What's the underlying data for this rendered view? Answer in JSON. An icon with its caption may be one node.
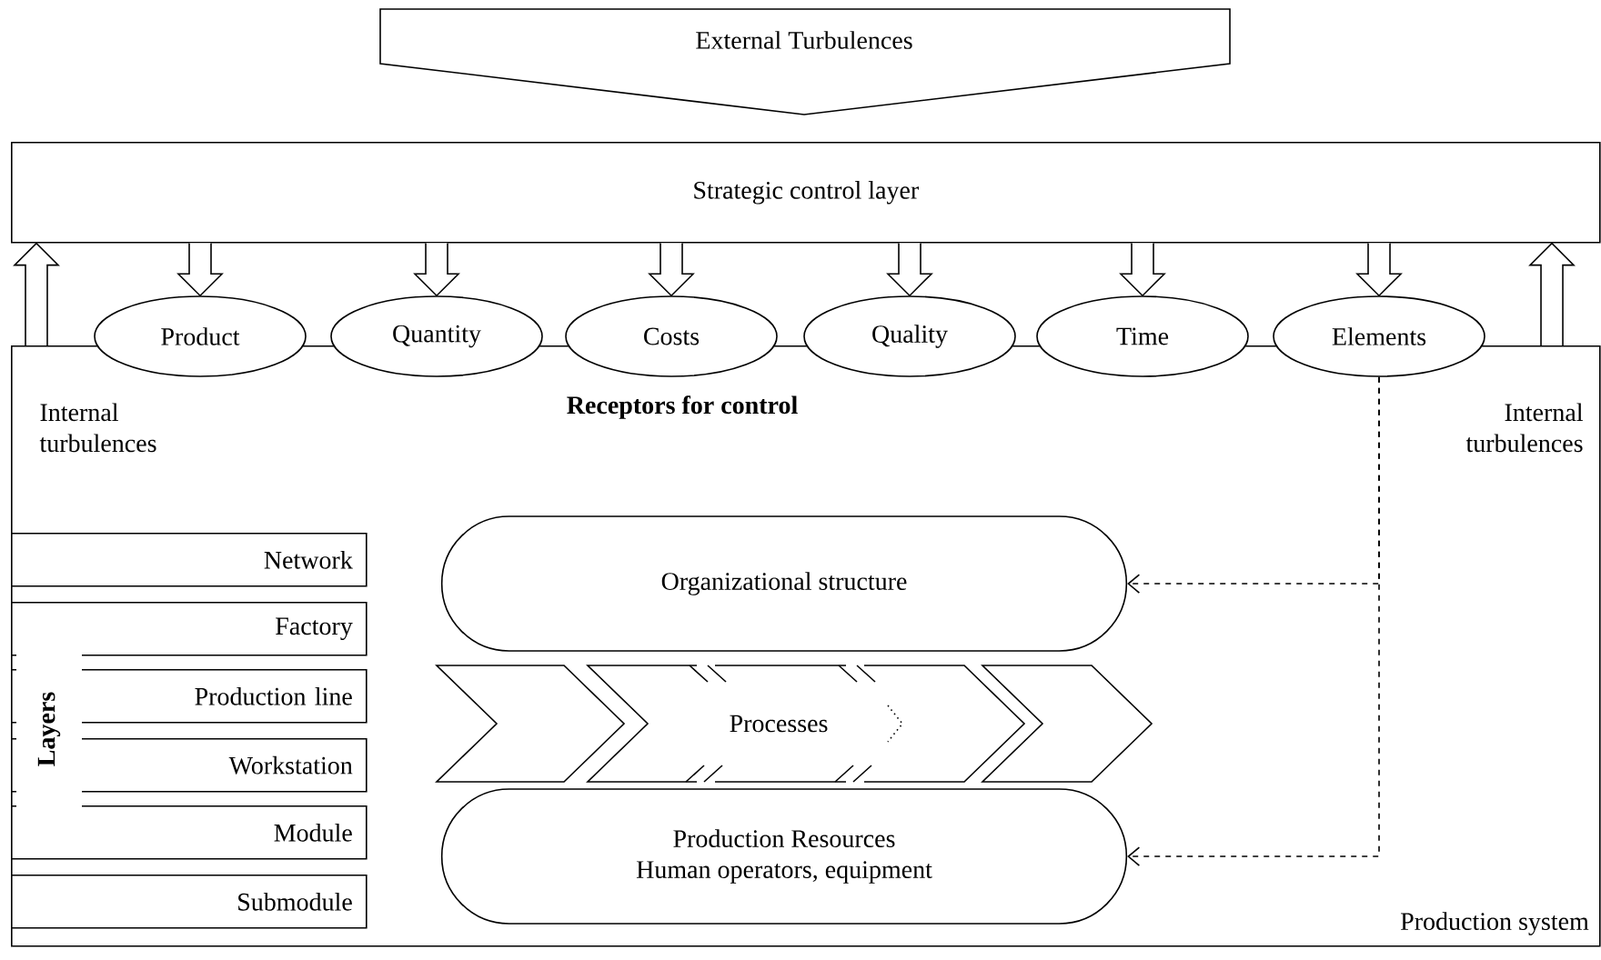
{
  "diagram": {
    "nodes": [
      {
        "text": [
          "External Turbulences"
        ]
      },
      {
        "text": [
          "Strategic control layer"
        ]
      },
      {
        "text": [
          "Production system"
        ]
      },
      {
        "text": [
          "Product"
        ]
      },
      {
        "text": [
          "Quantity"
        ]
      },
      {
        "text": [
          "Costs"
        ]
      },
      {
        "text": [
          "Quality"
        ]
      },
      {
        "text": [
          "Time"
        ]
      },
      {
        "text": [
          "Elements"
        ]
      },
      {
        "text": [
          "Network"
        ],
        "in": 2
      },
      {
        "text": [
          "Factory"
        ],
        "in": 2
      },
      {
        "text": [
          "Production line"
        ],
        "in": 2
      },
      {
        "text": [
          "Workstation"
        ],
        "in": 2
      },
      {
        "text": [
          "Module"
        ],
        "in": 2
      },
      {
        "text": [
          "Submodule"
        ],
        "in": 2
      },
      {
        "text": [
          "Organizational structure"
        ],
        "in": 2
      },
      {
        "text": [
          "Processes"
        ],
        "in": 2
      },
      {
        "text": [
          "Production Resources",
          "Human operators, equipment"
        ],
        "in": 2
      }
    ],
    "edges": [
      {
        "from": 1,
        "to": 3,
        "arrow": "to"
      },
      {
        "from": 1,
        "to": 4,
        "arrow": "to"
      },
      {
        "from": 1,
        "to": 5,
        "arrow": "to"
      },
      {
        "from": 1,
        "to": 6,
        "arrow": "to"
      },
      {
        "from": 1,
        "to": 7,
        "arrow": "to"
      },
      {
        "from": 1,
        "to": 8,
        "arrow": "to"
      },
      {
        "from": 2,
        "to": 1,
        "arrow": "to"
      },
      {
        "from": 2,
        "to": 1,
        "arrow": "to"
      },
      {
        "from": 8,
        "to": 15,
        "arrow": "to",
        "style": "dashed"
      },
      {
        "from": 8,
        "to": 17,
        "arrow": "to",
        "style": "dashed"
      }
    ],
    "labels": [
      "Internal turbulences",
      "Receptors for control",
      "Internal turbulences",
      "Layers"
    ]
  }
}
